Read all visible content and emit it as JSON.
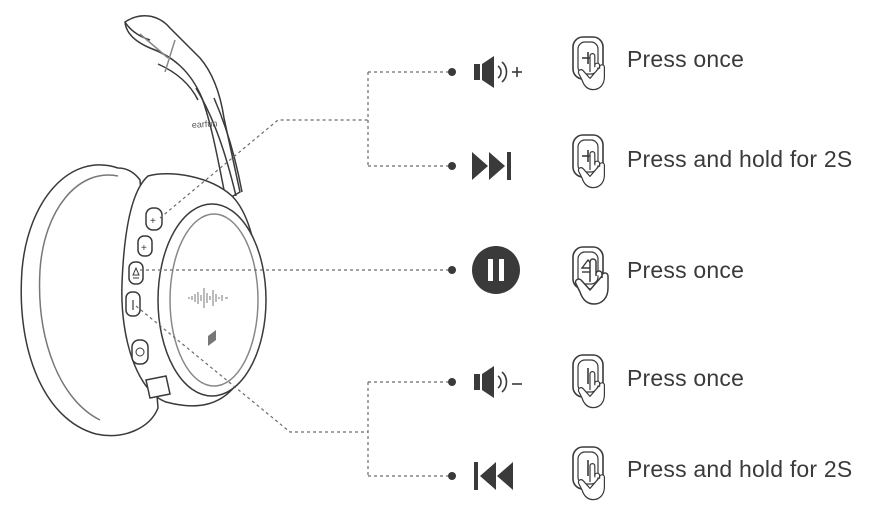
{
  "headphone": {
    "brand": "earfun"
  },
  "controls": [
    {
      "id": "volume-up",
      "icon": "speaker-plus-icon",
      "button": "plus-button",
      "label": "Press once"
    },
    {
      "id": "next-track",
      "icon": "next-track-icon",
      "button": "plus-button",
      "label": "Press and hold for 2S"
    },
    {
      "id": "play-pause",
      "icon": "pause-icon",
      "button": "multifunction-button",
      "label": "Press once"
    },
    {
      "id": "volume-down",
      "icon": "speaker-minus-icon",
      "button": "minus-button",
      "label": "Press once"
    },
    {
      "id": "previous-track",
      "icon": "previous-track-icon",
      "button": "minus-button",
      "label": "Press and hold for 2S"
    }
  ],
  "colors": {
    "line": "#6b6b6b",
    "icon": "#3a3a3a",
    "text": "#3a3a3a"
  }
}
